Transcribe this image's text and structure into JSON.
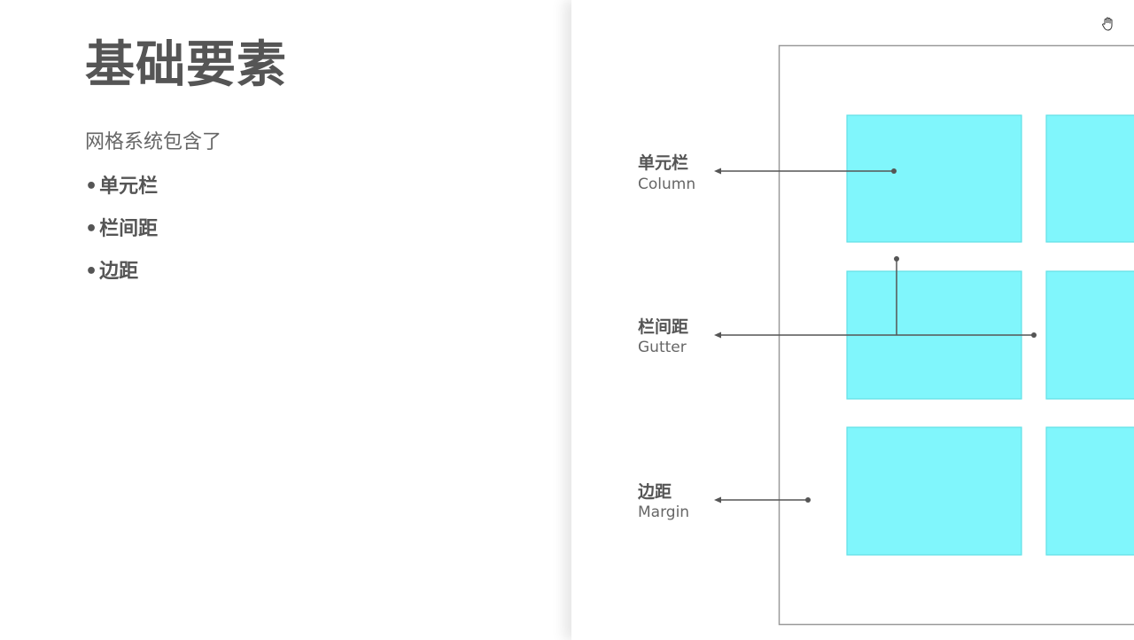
{
  "slide": {
    "title": "基础要素",
    "intro": "网格系统包含了",
    "bullets": [
      {
        "bullet": "•",
        "text": "单元栏"
      },
      {
        "bullet": "•",
        "text": "栏间距"
      },
      {
        "bullet": "•",
        "text": "边距"
      }
    ]
  },
  "diagram": {
    "labels": [
      {
        "cn": "单元栏",
        "en": "Column"
      },
      {
        "cn": "栏间距",
        "en": "Gutter"
      },
      {
        "cn": "边距",
        "en": "Margin"
      }
    ],
    "colors": {
      "column_fill": "#80f6fc",
      "column_stroke": "#62dfe6",
      "frame_stroke": "#9a9a9a",
      "line": "#555555",
      "text_dark": "#555555"
    }
  },
  "icons": {
    "cursor": "hand-cursor-icon"
  }
}
